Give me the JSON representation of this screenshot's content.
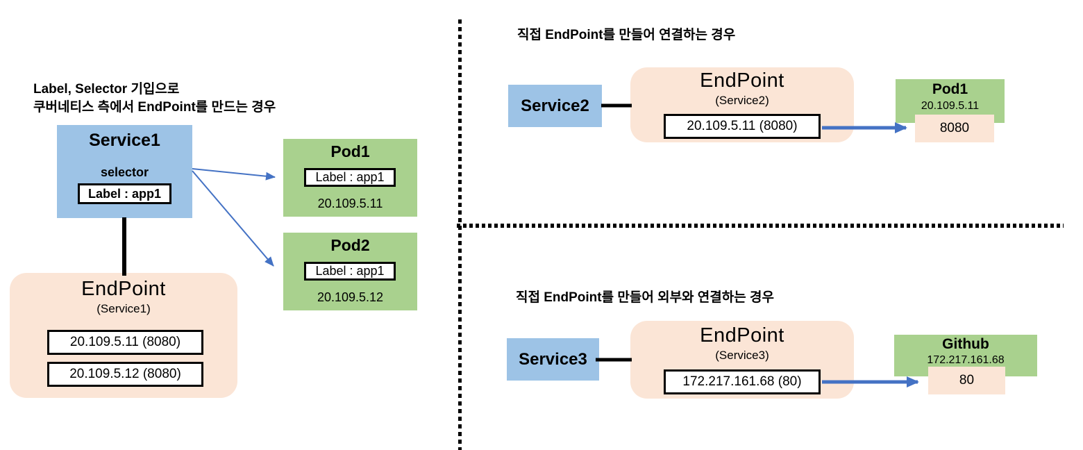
{
  "colors": {
    "service_blue": "#9DC3E6",
    "pod_green": "#A9D18E",
    "endpoint_peach": "#FBE5D6",
    "arrow_blue": "#4472C4"
  },
  "left_section": {
    "heading_line1": "Label, Selector 기입으로",
    "heading_line2": "쿠버네티스 측에서 EndPoint를 만드는 경우",
    "service": {
      "name": "Service1",
      "selector_label": "selector",
      "label_value": "Label : app1"
    },
    "endpoint": {
      "title": "EndPoint",
      "subtitle": "(Service1)",
      "entries": [
        "20.109.5.11 (8080)",
        "20.109.5.12 (8080)"
      ]
    },
    "pods": [
      {
        "name": "Pod1",
        "label": "Label : app1",
        "ip": "20.109.5.11"
      },
      {
        "name": "Pod2",
        "label": "Label : app1",
        "ip": "20.109.5.12"
      }
    ]
  },
  "top_right_section": {
    "heading": "직접 EndPoint를 만들어 연결하는 경우",
    "service": {
      "name": "Service2"
    },
    "endpoint": {
      "title": "EndPoint",
      "subtitle": "(Service2)",
      "entry": "20.109.5.11 (8080)"
    },
    "target": {
      "name": "Pod1",
      "ip": "20.109.5.11",
      "port": "8080"
    }
  },
  "bottom_right_section": {
    "heading": "직접 EndPoint를 만들어 외부와 연결하는 경우",
    "service": {
      "name": "Service3"
    },
    "endpoint": {
      "title": "EndPoint",
      "subtitle": "(Service3)",
      "entry": "172.217.161.68 (80)"
    },
    "target": {
      "name": "Github",
      "ip": "172.217.161.68",
      "port": "80"
    }
  }
}
